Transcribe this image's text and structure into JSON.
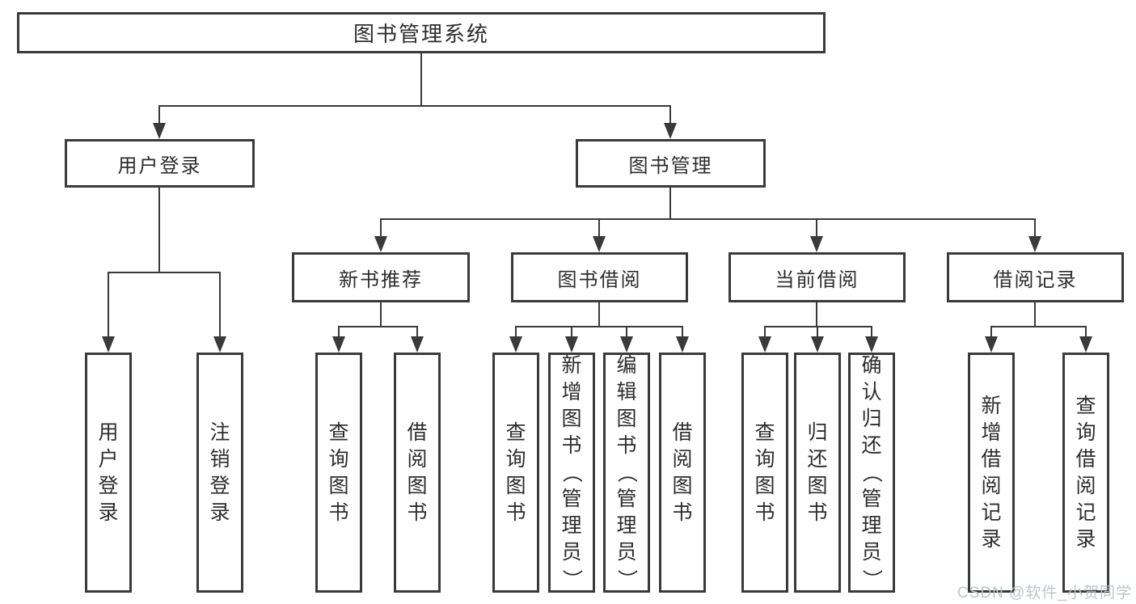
{
  "diagram": {
    "root": "图书管理系统",
    "level2": {
      "user_login": "用户登录",
      "book_mgmt": "图书管理"
    },
    "level3": {
      "new_books": "新书推荐",
      "book_borrow": "图书借阅",
      "current_borrow": "当前借阅",
      "borrow_records": "借阅记录"
    },
    "leaves": {
      "user_login": "用户登录",
      "logout": "注销登录",
      "nb_query": "查询图书",
      "nb_borrow": "借阅图书",
      "bw_query": "查询图书",
      "bw_add": "新增图书（管理员）",
      "bw_edit": "编辑图书（管理员）",
      "bw_borrow": "借阅图书",
      "cur_query": "查询图书",
      "cur_return": "归还图书",
      "cur_confirm": "确认归还（管理员）",
      "rec_add": "新增借阅记录",
      "rec_query": "查询借阅记录"
    }
  },
  "watermark": "CSDN @软件_小贺同学"
}
